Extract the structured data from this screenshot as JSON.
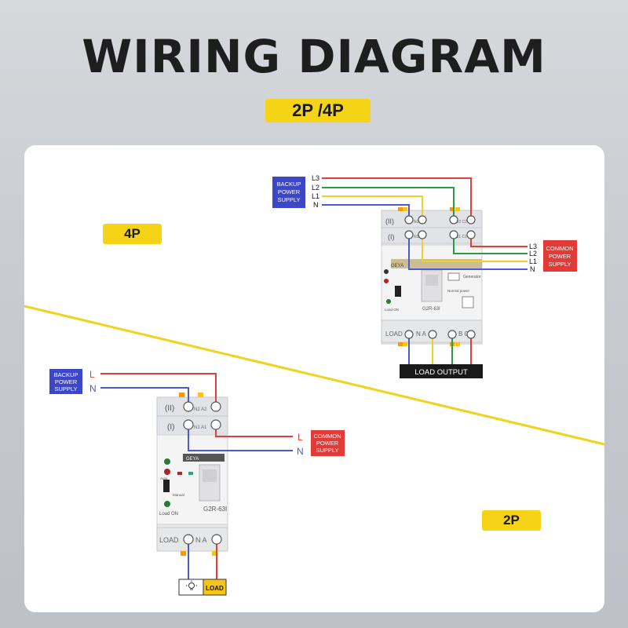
{
  "title": "WIRING DIAGRAM",
  "badge_main": "2P /4P",
  "badge_4p": "4P",
  "badge_2p": "2P",
  "colors": {
    "yellow": "#f5d417",
    "red": "#e0403c",
    "blue": "#4a5bd0",
    "green": "#2f9a45",
    "wire_yellow": "#f0cf2a",
    "backup_bg": "#3b47c8",
    "common_bg": "#e23a36"
  },
  "diagram_4p": {
    "backup_label": [
      "BACKUP",
      "POWER",
      "SUPPLY"
    ],
    "backup_lines": [
      "L3",
      "L2",
      "L1",
      "N"
    ],
    "common_label": [
      "COMMON",
      "POWER",
      "SUPPLY"
    ],
    "common_lines": [
      "L3",
      "L2",
      "L1",
      "N"
    ],
    "switch": {
      "row_2": "(II)",
      "row_1": "(I)",
      "terminals_2": "N2 A2",
      "terminals_2b": "B2 C2",
      "terminals_1": "N1 A1",
      "terminals_1b": "B1 C1",
      "model": "G2R-63I",
      "load_row": "LOAD",
      "load_terms_a": "N A",
      "load_terms_b": "B C",
      "brand": "GEYA",
      "generator": "Generator",
      "normal_power": "Normal power",
      "load_on": "Load ON"
    },
    "load_output": "LOAD OUTPUT"
  },
  "diagram_2p": {
    "backup_label": [
      "BACKUP",
      "POWER",
      "SUPPLY"
    ],
    "backup_lines": [
      "L",
      "N"
    ],
    "common_label": [
      "COMMON",
      "POWER",
      "SUPPLY"
    ],
    "common_lines": [
      "L",
      "N"
    ],
    "switch": {
      "row_2": "(II)",
      "row_1": "(I)",
      "terminals_2": "N2 A2",
      "terminals_1": "N1 A1",
      "model": "G2R-63I",
      "load_row": "LOAD",
      "load_terms": "N A",
      "brand": "GEYA",
      "manual": "Manual",
      "load_on": "Load ON",
      "auto": "Auto"
    },
    "load_label": "LOAD"
  }
}
